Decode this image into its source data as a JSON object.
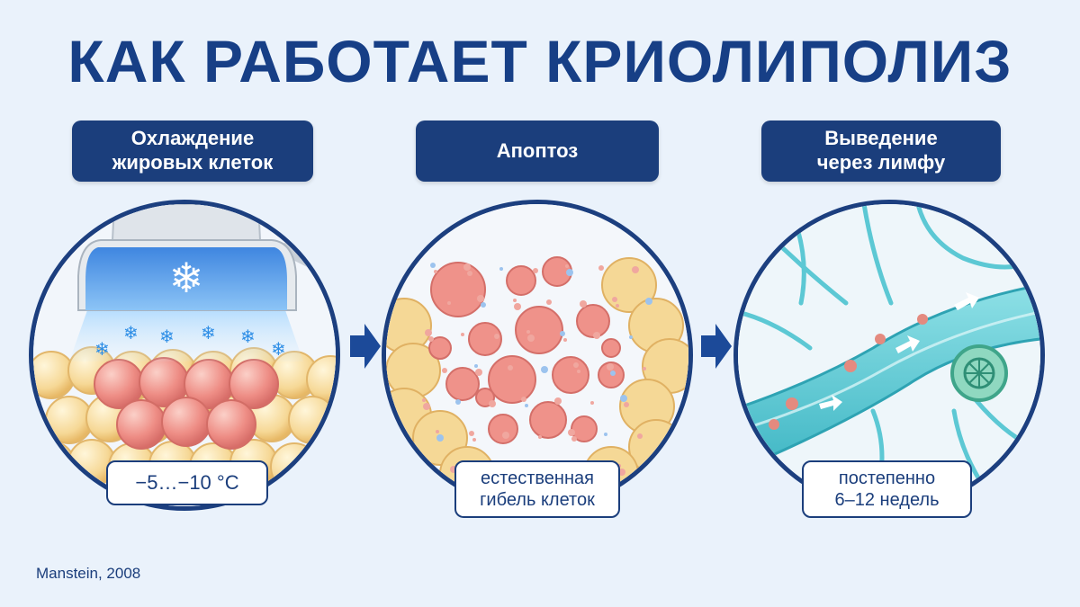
{
  "title": "КАК РАБОТАЕТ КРИОЛИПОЛИЗ",
  "steps": [
    {
      "label": "Охлаждение\nжировых клеток",
      "note": "−5…−10 °C",
      "icon": "snowflake-icon"
    },
    {
      "label": "Апоптоз",
      "note": "естественная\nгибель клеток",
      "icon": "cells-icon"
    },
    {
      "label": "Выведение\nчерез лимфу",
      "note": "постепенно\n6–12 недель",
      "icon": "lymph-vessel-icon"
    }
  ],
  "source": "Manstein, 2008",
  "colors": {
    "navy": "#1b3e7c",
    "title": "#173f86",
    "background": "#eaf2fb",
    "fat_cell": "#f6d896",
    "dead_cell": "#ec8a82",
    "lymph": "#4fc3d0"
  }
}
